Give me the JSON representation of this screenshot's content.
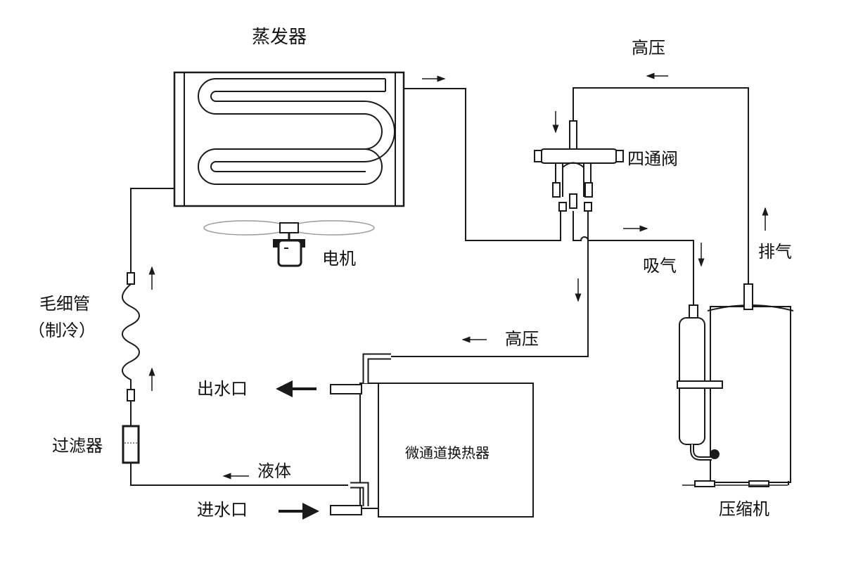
{
  "labels": {
    "evaporator": "蒸发器",
    "high_pressure_top": "高压",
    "four_way_valve": "四通阀",
    "motor": "电机",
    "suction": "吸气",
    "exhaust": "排气",
    "capillary": "毛细管",
    "capillary_note": "（制冷）",
    "high_pressure_mid": "高压",
    "water_outlet": "出水口",
    "filter": "过滤器",
    "liquid": "液体",
    "water_inlet": "进水口",
    "micro_channel_hx": "微通道换热器",
    "compressor": "压缩机"
  },
  "colors": {
    "line": "#1a1a1a",
    "background": "#ffffff",
    "fan_blade": "#9a9a9a"
  }
}
